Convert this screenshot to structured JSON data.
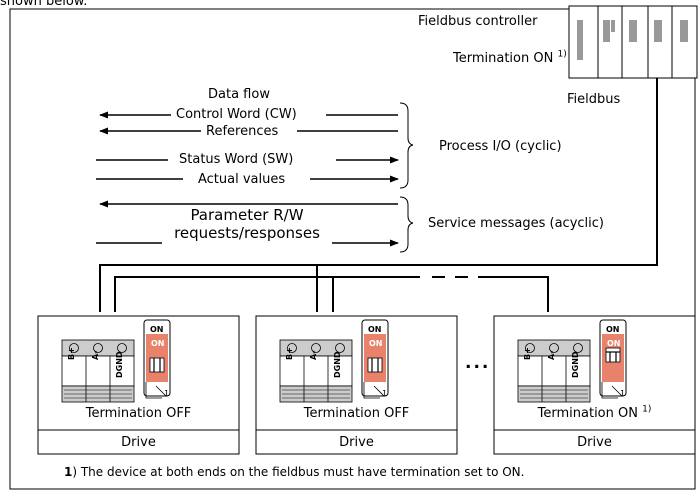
{
  "top_cut": "shown below.",
  "controller": {
    "title": "Fieldbus controller",
    "termination": "Termination ON",
    "termination_sup": "1)",
    "bus_label": "Fieldbus"
  },
  "data_flow": {
    "header": "Data flow",
    "control_word": "Control Word (CW)",
    "references": "References",
    "status_word": "Status Word (SW)",
    "actual_values": "Actual values",
    "process_io": "Process I/O (cyclic)",
    "param_line1": "Parameter R/W",
    "param_line2": "requests/responses",
    "service": "Service messages (acyclic)"
  },
  "drives": [
    {
      "termination": "Termination OFF",
      "sup": "",
      "name": "Drive",
      "pins": [
        "B+",
        "A-",
        "DGND"
      ],
      "switch_on": "ON",
      "switch_num": "1",
      "state": "off"
    },
    {
      "termination": "Termination OFF",
      "sup": "",
      "name": "Drive",
      "pins": [
        "B+",
        "A-",
        "DGND"
      ],
      "switch_on": "ON",
      "switch_num": "1",
      "state": "off"
    },
    {
      "termination": "Termination ON",
      "sup": "1)",
      "name": "Drive",
      "pins": [
        "B+",
        "A-",
        "DGND"
      ],
      "switch_on": "ON",
      "switch_num": "1",
      "state": "on"
    }
  ],
  "ellipsis": "...",
  "footnote": {
    "num": "1",
    "text": ") The device at both ends on the fieldbus must have termination set to ON."
  }
}
